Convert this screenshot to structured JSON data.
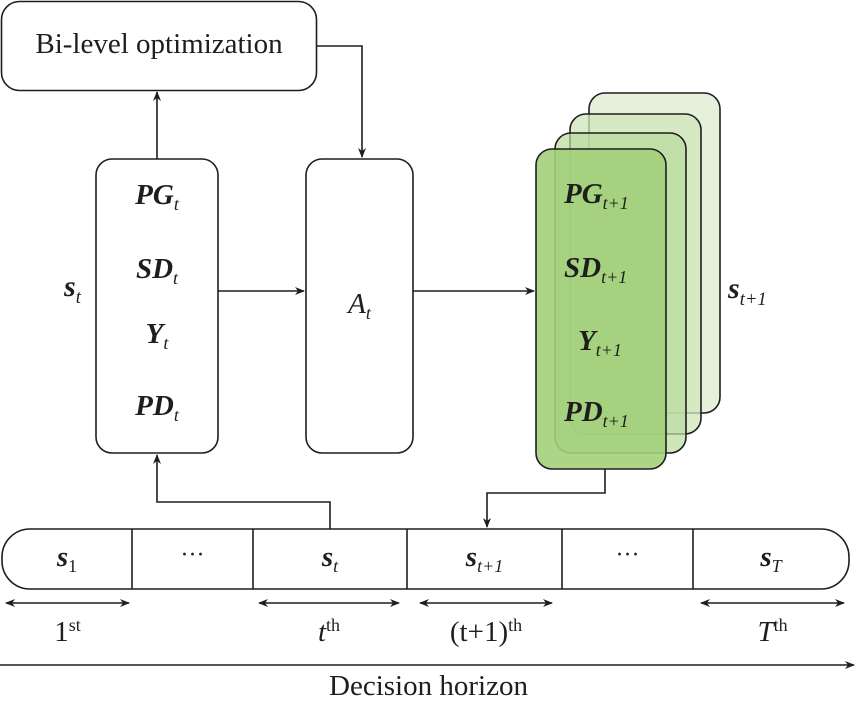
{
  "diagram": {
    "optimizer_box": {
      "label": "Bi-level optimization"
    },
    "state_t": {
      "outer_label": {
        "main": "s",
        "sub": "t"
      },
      "variables": [
        {
          "main": "PG",
          "sub": "t"
        },
        {
          "main": "SD",
          "sub": "t"
        },
        {
          "main": "Y",
          "sub": "t"
        },
        {
          "main": "PD",
          "sub": "t"
        }
      ]
    },
    "action": {
      "main": "A",
      "sub": "t"
    },
    "state_t1": {
      "outer_label": {
        "main": "s",
        "sub": "t+1"
      },
      "variables": [
        {
          "main": "PG",
          "sub": "t+1"
        },
        {
          "main": "SD",
          "sub": "t+1"
        },
        {
          "main": "Y",
          "sub": "t+1"
        },
        {
          "main": "PD",
          "sub": "t+1"
        }
      ],
      "stack_colors": [
        "#a3d07b",
        "#b8dc9c",
        "#cfe6bb",
        "#e1efd5"
      ]
    },
    "timeline": {
      "cells": [
        {
          "main": "s",
          "sub": "1"
        },
        {
          "ellipsis": "···"
        },
        {
          "main": "s",
          "sub": "t"
        },
        {
          "main": "s",
          "sub": "t+1"
        },
        {
          "ellipsis": "···"
        },
        {
          "main": "s",
          "sub": "T"
        }
      ],
      "stage_labels": [
        {
          "base": "1",
          "sup": "st"
        },
        {
          "base": "t",
          "sup": "th"
        },
        {
          "base": "(t+1)",
          "sup": "th"
        },
        {
          "base": "T",
          "sup": "th"
        }
      ]
    },
    "axis_label": "Decision horizon"
  }
}
